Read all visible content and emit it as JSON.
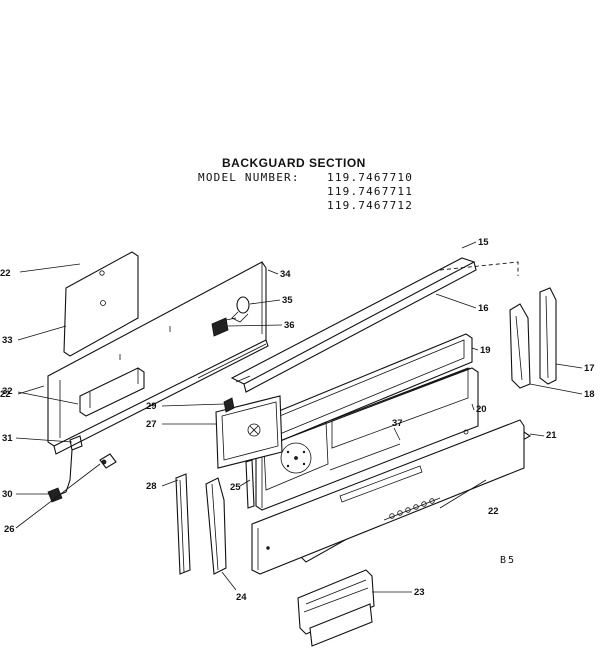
{
  "header": {
    "title": "BACKGUARD SECTION",
    "model_label": "MODEL NUMBER:",
    "models": [
      "119.7467710",
      "119.7467711",
      "119.7467712"
    ]
  },
  "page_code": "B5",
  "parts": [
    {
      "key": "p15",
      "number": "15"
    },
    {
      "key": "p16",
      "number": "16"
    },
    {
      "key": "p17",
      "number": "17"
    },
    {
      "key": "p18",
      "number": "18"
    },
    {
      "key": "p19",
      "number": "19"
    },
    {
      "key": "p20",
      "number": "20"
    },
    {
      "key": "p21",
      "number": "21"
    },
    {
      "key": "p22a",
      "number": "22"
    },
    {
      "key": "p22b",
      "number": "22"
    },
    {
      "key": "p22c",
      "number": "22"
    },
    {
      "key": "p23",
      "number": "23"
    },
    {
      "key": "p24",
      "number": "24"
    },
    {
      "key": "p25",
      "number": "25"
    },
    {
      "key": "p26",
      "number": "26"
    },
    {
      "key": "p27",
      "number": "27"
    },
    {
      "key": "p28",
      "number": "28"
    },
    {
      "key": "p29",
      "number": "29"
    },
    {
      "key": "p30",
      "number": "30"
    },
    {
      "key": "p31",
      "number": "31"
    },
    {
      "key": "p32",
      "number": "32"
    },
    {
      "key": "p33",
      "number": "33"
    },
    {
      "key": "p34",
      "number": "34"
    },
    {
      "key": "p35",
      "number": "35"
    },
    {
      "key": "p36",
      "number": "36"
    },
    {
      "key": "p37",
      "number": "37"
    }
  ]
}
